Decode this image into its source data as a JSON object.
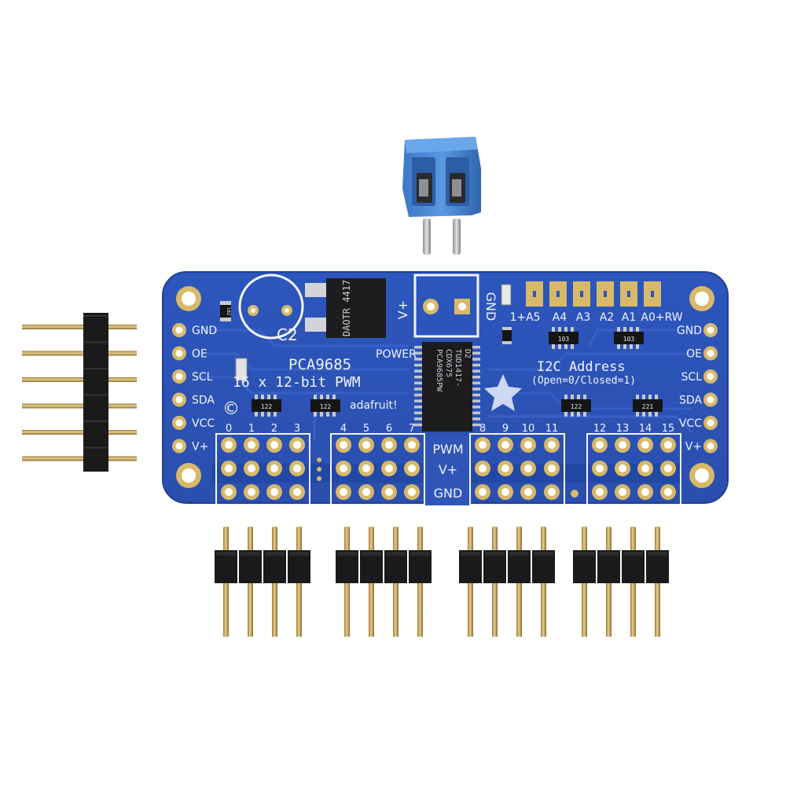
{
  "board": {
    "chip_name": "PCA9685",
    "subtitle": "16 x 12-bit PWM",
    "brand": "adafruit!",
    "power_label": "POWER",
    "copyright": "©",
    "cap_label": "C2",
    "regulator_marking": "DAOTR 4417",
    "ic_marking": [
      "PCA9685PW",
      "CDX675",
      "TUD1417-",
      "D2"
    ],
    "resistor_networks": [
      "103",
      "103",
      "122",
      "122",
      "122",
      "221"
    ],
    "small_res_marking": "102",
    "vplus_terminal": "V+",
    "gnd_terminal": "GND",
    "i2c_title": "I2C Address",
    "i2c_subtitle": "(Open=0/Closed=1)",
    "address_labels": [
      "1+A5",
      "A4",
      "A3",
      "A2",
      "A1",
      "A0+RW"
    ],
    "left_pins": [
      "GND",
      "OE",
      "SCL",
      "SDA",
      "VCC",
      "V+"
    ],
    "right_pins": [
      "GND",
      "OE",
      "SCL",
      "SDA",
      "VCC",
      "V+"
    ],
    "channels": [
      "0",
      "1",
      "2",
      "3",
      "4",
      "5",
      "6",
      "7",
      "8",
      "9",
      "10",
      "11",
      "12",
      "13",
      "14",
      "15"
    ],
    "row_labels": [
      "PWM",
      "V+",
      "GND"
    ]
  },
  "accessories": {
    "terminal_block": "2-pin screw terminal block",
    "side_header_pins": 6,
    "header_groups": 4,
    "pins_per_group": 4
  },
  "colors": {
    "pcb": "#2f55b8",
    "silkscreen": "#f2f4fa",
    "gold": "#c8a860",
    "terminal_blue": "#3f7fd0",
    "header_black": "#1a1a1a"
  }
}
